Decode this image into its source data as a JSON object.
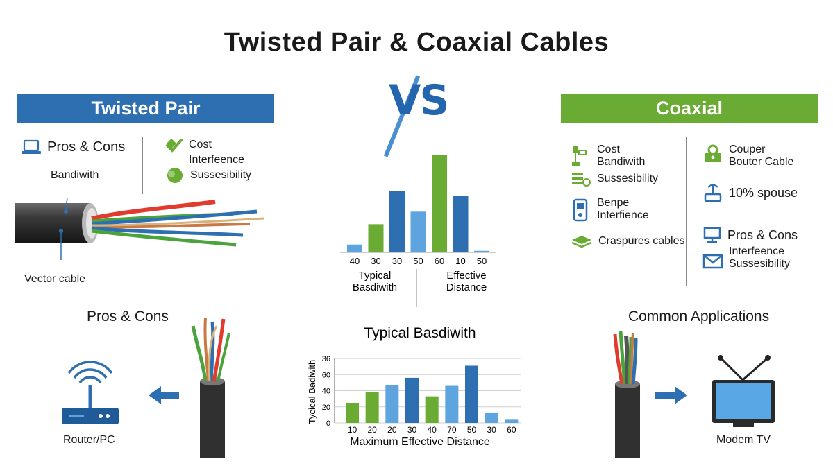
{
  "title": "Twisted Pair & Coaxial Cables",
  "vs_text": "VS",
  "twisted_pair": {
    "banner": "Twisted Pair",
    "pros_cons": "Pros & Cons",
    "bandwidth": "Bandiwith",
    "features": [
      "Cost",
      "Interfeence",
      "Sussesibility"
    ],
    "vector_cable": "Vector cable",
    "bottom_heading": "Pros & Cons",
    "router_label": "Router/PC"
  },
  "coaxial": {
    "banner": "Coaxial",
    "col1": [
      {
        "icon": "network-icon",
        "lines": [
          "Cost",
          "Bandiwith"
        ]
      },
      {
        "icon": "equalizer-icon",
        "lines": [
          "Sussesibility"
        ]
      },
      {
        "icon": "modem-icon",
        "lines": [
          "Benpe",
          "Interfience"
        ]
      },
      {
        "icon": "cable-icon",
        "lines": [
          "Craspures cables"
        ]
      }
    ],
    "col2": [
      {
        "icon": "lock-icon",
        "lines": [
          "Couper",
          "Bouter Cable"
        ]
      },
      {
        "icon": "antenna-icon",
        "lines": [
          "10% spouse"
        ]
      },
      {
        "icon": "monitor-icon",
        "lines": [
          "Pros & Cons"
        ]
      },
      {
        "icon": "envelope-icon",
        "lines": [
          "Interfeence",
          "Sussesibility"
        ]
      }
    ],
    "bottom_heading": "Common Applications",
    "tv_label": "Modem TV"
  },
  "colors": {
    "blue": "#2d6fb0",
    "light_blue": "#5ea4de",
    "green": "#6aab33",
    "navy": "#1f5a99"
  },
  "chart_data": [
    {
      "type": "bar",
      "categories": [
        "40",
        "30",
        "30",
        "50",
        "60",
        "10",
        "50"
      ],
      "values": [
        5,
        18,
        39,
        26,
        62,
        36,
        1
      ],
      "colors": [
        "#5ea4de",
        "#6aab33",
        "#2d6fb0",
        "#5ea4de",
        "#6aab33",
        "#2d6fb0",
        "#5ea4de"
      ],
      "labels_left": [
        "Typical",
        "Basdiwith"
      ],
      "labels_right": [
        "Effective",
        "Distance"
      ]
    },
    {
      "type": "bar",
      "title": "Typical Basdiwith",
      "xlabel": "Maximum Effective Distance",
      "ylabel": "Tycical Badiwith",
      "categories": [
        "10",
        "20",
        "20",
        "30",
        "40",
        "70",
        "50",
        "30",
        "60"
      ],
      "values": [
        25,
        38,
        47,
        56,
        33,
        46,
        71,
        13,
        4
      ],
      "colors": [
        "#6aab33",
        "#6aab33",
        "#5ea4de",
        "#2d6fb0",
        "#6aab33",
        "#5ea4de",
        "#2d6fb0",
        "#5ea4de",
        "#5ea4de"
      ],
      "yticks": [
        "0",
        "20",
        "40",
        "60",
        "36"
      ],
      "ylim": [
        0,
        80
      ]
    }
  ]
}
